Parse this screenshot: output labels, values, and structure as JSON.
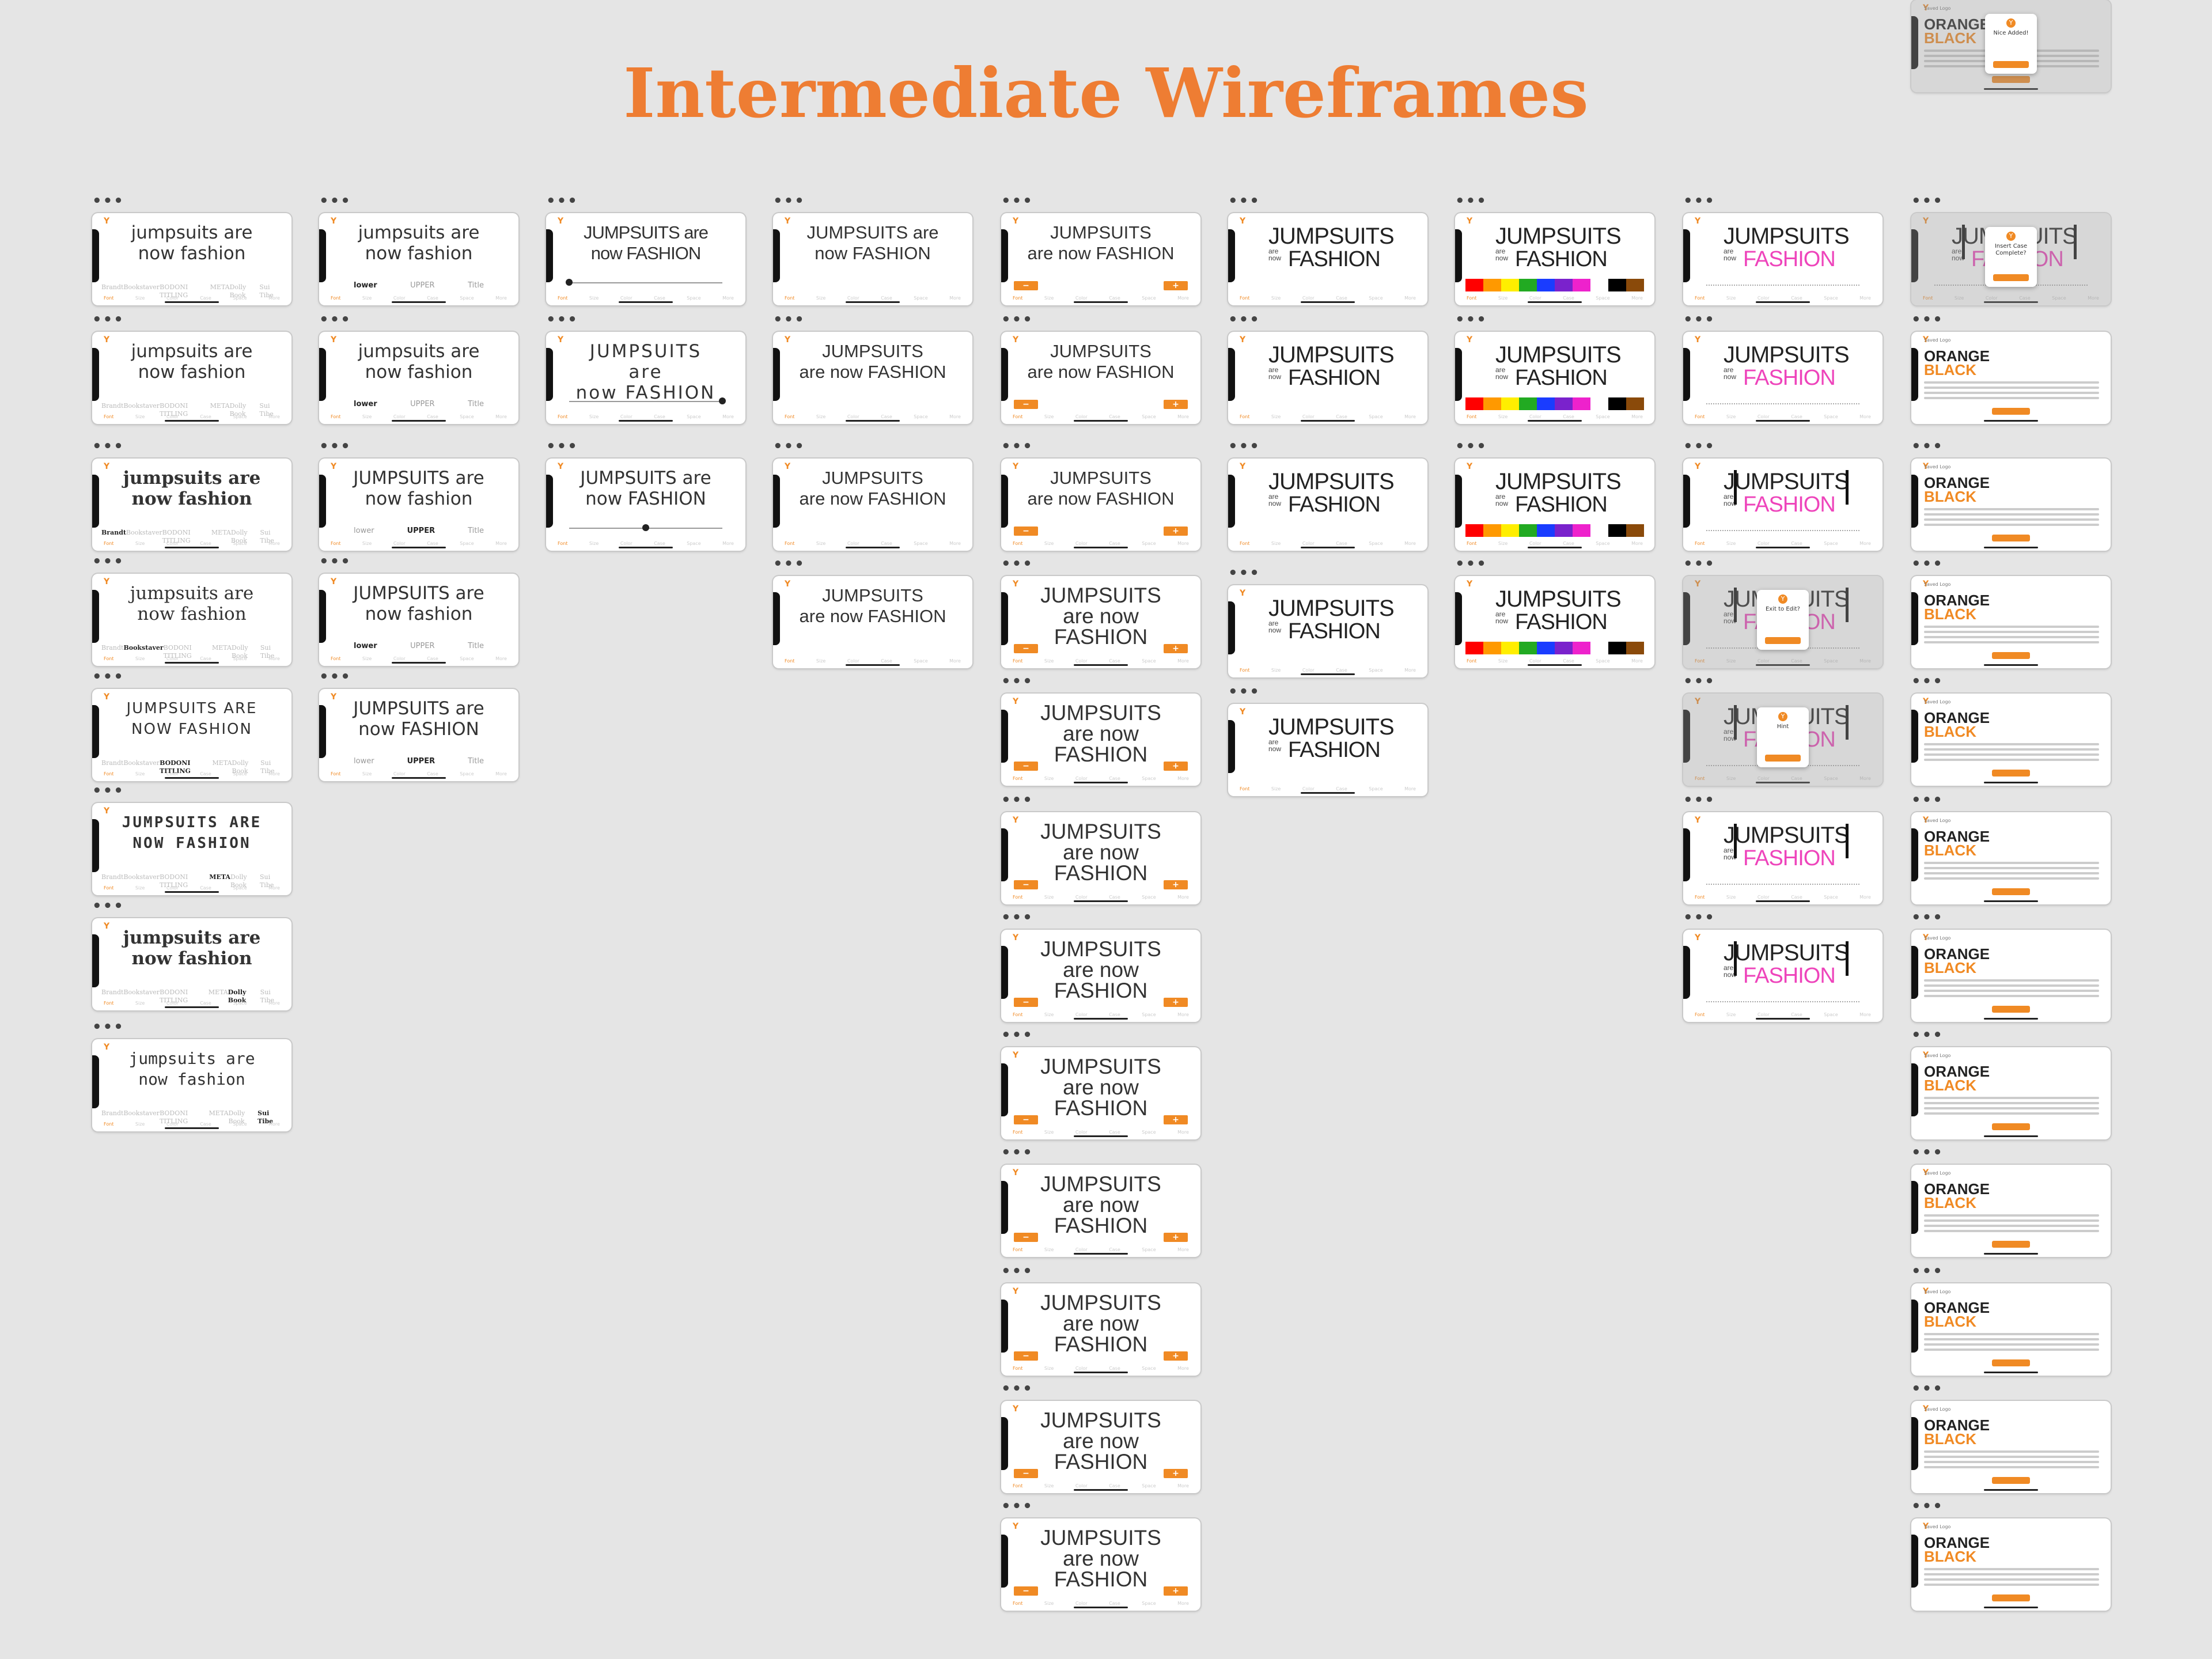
{
  "title": "Intermediate Wireframes",
  "columns": [
    {
      "frames": [
        {
          "style": "font",
          "variant": "plain",
          "headline": "jumpsuits are\nnow fashion",
          "fonts": [
            "Brandt",
            "Bookstaver",
            "BODONI TITLING",
            "META",
            "Dolly Book",
            "Sui Tibe"
          ],
          "active": -1
        },
        {
          "style": "font",
          "variant": "plain",
          "headline": "jumpsuits are\nnow fashion",
          "fonts": [
            "Brandt",
            "Bookstaver",
            "BODONI TITLING",
            "META",
            "Dolly Book",
            "Sui Tibe"
          ],
          "active": -1
        },
        {
          "style": "font",
          "variant": "bold",
          "headline": "jumpsuits are\nnow fashion",
          "fonts": [
            "Brandt",
            "Bookstaver",
            "BODONI TITLING",
            "META",
            "Dolly Book",
            "Sui Tibe"
          ],
          "active": 0
        },
        {
          "style": "font",
          "variant": "serif",
          "headline": "jumpsuits are\nnow fashion",
          "fonts": [
            "Brandt",
            "Bookstaver",
            "BODONI TITLING",
            "META",
            "Dolly Book",
            "Sui Tibe"
          ],
          "active": 1
        },
        {
          "style": "font",
          "variant": "caps",
          "headline": "JUMPSUITS ARE\nNOW FASHION",
          "fonts": [
            "Brandt",
            "Bookstaver",
            "BODONI TITLING",
            "META",
            "Dolly Book",
            "Sui Tibe"
          ],
          "active": 2
        },
        {
          "style": "font",
          "variant": "caps-bold",
          "headline": "JUMPSUITS ARE\nNOW FASHION",
          "fonts": [
            "Brandt",
            "Bookstaver",
            "BODONI TITLING",
            "META",
            "Dolly Book",
            "Sui Tibe"
          ],
          "active": 3
        },
        {
          "style": "font",
          "variant": "slab",
          "headline": "jumpsuits are\nnow fashion",
          "fonts": [
            "Brandt",
            "Bookstaver",
            "BODONI TITLING",
            "META",
            "Dolly Book",
            "Sui Tibe"
          ],
          "active": 4
        },
        {
          "style": "font",
          "variant": "mono",
          "headline": "jumpsuits are\nnow fashion",
          "fonts": [
            "Brandt",
            "Bookstaver",
            "BODONI TITLING",
            "META",
            "Dolly Book",
            "Sui Tibe"
          ],
          "active": 5
        }
      ]
    },
    {
      "frames": [
        {
          "style": "case",
          "variant": "plain",
          "headline": "jumpsuits are\nnow fashion",
          "cases": [
            "lower",
            "UPPER",
            "Title"
          ],
          "active": 0
        },
        {
          "style": "case",
          "variant": "plain",
          "headline": "jumpsuits are\nnow fashion",
          "cases": [
            "lower",
            "UPPER",
            "Title"
          ],
          "active": 0
        },
        {
          "style": "case",
          "variant": "plain",
          "headline": "JUMPSUITS are\nnow fashion",
          "cases": [
            "lower",
            "UPPER",
            "Title"
          ],
          "active": 1
        },
        {
          "style": "case",
          "variant": "plain",
          "headline": "JUMPSUITS are\nnow fashion",
          "cases": [
            "lower",
            "UPPER",
            "Title"
          ],
          "active": 0
        },
        {
          "style": "case",
          "variant": "plain",
          "headline": "JUMPSUITS are\nnow FASHION",
          "cases": [
            "lower",
            "UPPER",
            "Title"
          ],
          "active": 1
        }
      ]
    },
    {
      "frames": [
        {
          "style": "slider",
          "variant": "condensed",
          "headline": "JUMPSUITS are\nnow FASHION",
          "knob": 0.0
        },
        {
          "style": "slider",
          "variant": "wide",
          "headline": "JUMPSUITS are\nnow FASHION",
          "knob": 1.0
        },
        {
          "style": "slider",
          "variant": "plain",
          "headline": "JUMPSUITS are\nnow FASHION",
          "knob": 0.5
        }
      ]
    },
    {
      "frames": [
        {
          "style": "tabs",
          "variant": "tight",
          "headline": "JUMPSUITS are\nnow FASHION"
        },
        {
          "style": "tabs",
          "variant": "stack",
          "headline": "JUMPSUITS\nare now FASHION"
        },
        {
          "style": "tabs",
          "variant": "stack",
          "headline": "JUMPSUITS\nare now FASHION"
        },
        {
          "style": "tabs",
          "variant": "stack",
          "headline": "JUMPSUITS\nare now FASHION"
        }
      ]
    },
    {
      "frames": [
        {
          "style": "stepper",
          "variant": "stack",
          "headline": "JUMPSUITS\nare now FASHION",
          "minus": "−",
          "plus": "+"
        },
        {
          "style": "stepper",
          "variant": "stack",
          "headline": "JUMPSUITS\nare now FASHION",
          "minus": "−",
          "plus": "+"
        },
        {
          "style": "stepper",
          "variant": "stack",
          "headline": "JUMPSUITS\nare now FASHION",
          "minus": "−",
          "plus": "+"
        },
        {
          "style": "stepper",
          "variant": "big",
          "headline": "JUMPSUITS\nare now FASHION",
          "minus": "−",
          "plus": "+"
        },
        {
          "style": "stepper",
          "variant": "big",
          "headline": "JUMPSUITS\nare now FASHION",
          "minus": "−",
          "plus": "+"
        },
        {
          "style": "stepper",
          "variant": "big",
          "headline": "JUMPSUITS\nare now FASHION",
          "minus": "−",
          "plus": "+"
        },
        {
          "style": "stepper",
          "variant": "big",
          "headline": "JUMPSUITS\nare now FASHION",
          "minus": "−",
          "plus": "+"
        },
        {
          "style": "stepper",
          "variant": "big",
          "headline": "JUMPSUITS\nare now FASHION",
          "minus": "−",
          "plus": "+"
        },
        {
          "style": "stepper",
          "variant": "big",
          "headline": "JUMPSUITS\nare now FASHION",
          "minus": "−",
          "plus": "+"
        },
        {
          "style": "stepper",
          "variant": "big",
          "headline": "JUMPSUITS\nare now FASHION",
          "minus": "−",
          "plus": "+"
        },
        {
          "style": "stepper",
          "variant": "big",
          "headline": "JUMPSUITS\nare now FASHION",
          "minus": "−",
          "plus": "+"
        },
        {
          "style": "stepper",
          "variant": "big",
          "headline": "JUMPSUITS\nare now FASHION",
          "minus": "−",
          "plus": "+"
        }
      ]
    },
    {
      "frames": [
        {
          "style": "big",
          "headline1": "JUMPSUITS",
          "headline2": "are\nnow",
          "headline3": "FASHION"
        },
        {
          "style": "big",
          "headline1": "JUMPSUITS",
          "headline2": "are\nnow",
          "headline3": "FASHION"
        },
        {
          "style": "big",
          "headline1": "JUMPSUITS",
          "headline2": "are\nnow",
          "headline3": "FASHION"
        },
        {
          "style": "big",
          "headline1": "JUMPSUITS",
          "headline2": "are\nnow",
          "headline3": "FASHION"
        },
        {
          "style": "big",
          "headline1": "JUMPSUITS",
          "headline2": "are\nnow",
          "headline3": "FASHION"
        }
      ]
    },
    {
      "frames": [
        {
          "style": "color",
          "headline1": "JUMPSUITS",
          "headline2": "are\nnow",
          "headline3": "FASHION"
        },
        {
          "style": "color",
          "headline1": "JUMPSUITS",
          "headline2": "are\nnow",
          "headline3": "FASHION"
        },
        {
          "style": "color",
          "headline1": "JUMPSUITS",
          "headline2": "are\nnow",
          "headline3": "FASHION"
        },
        {
          "style": "color",
          "headline1": "JUMPSUITS",
          "headline2": "are\nnow",
          "headline3": "FASHION"
        }
      ]
    },
    {
      "frames": [
        {
          "style": "pink",
          "headline1": "JUMPSUITS",
          "headline2": "are\nnow",
          "headline3": "FASHION",
          "bars": false,
          "modal": ""
        },
        {
          "style": "pink",
          "headline1": "JUMPSUITS",
          "headline2": "are\nnow",
          "headline3": "FASHION",
          "bars": false,
          "modal": ""
        },
        {
          "style": "pink",
          "headline1": "JUMPSUITS",
          "headline2": "are\nnow",
          "headline3": "FASHION",
          "bars": true,
          "modal": ""
        },
        {
          "style": "pink",
          "headline1": "JUMPSUITS",
          "headline2": "are\nnow",
          "headline3": "FASHION",
          "bars": true,
          "modal": "Exit to Edit?"
        },
        {
          "style": "pink",
          "headline1": "JUMPSUITS",
          "headline2": "are\nnow",
          "headline3": "FASHION",
          "bars": true,
          "modal": "Hint"
        },
        {
          "style": "pink",
          "headline1": "JUMPSUITS",
          "headline2": "are\nnow",
          "headline3": "FASHION",
          "bars": true,
          "modal": ""
        },
        {
          "style": "pink",
          "headline1": "JUMPSUITS",
          "headline2": "are\nnow",
          "headline3": "FASHION",
          "bars": true,
          "modal": ""
        }
      ]
    },
    {
      "frames": [
        {
          "style": "overlay",
          "headline1": "JUMPSUITS",
          "headline2": "are now",
          "headline3": "FASHION",
          "modal": "Insert Case Complete?"
        },
        {
          "style": "card",
          "label": "Saved Logo",
          "title1": "ORANGE",
          "title2": "BLACK"
        },
        {
          "style": "card",
          "label": "Saved Logo",
          "title1": "ORANGE",
          "title2": "BLACK"
        },
        {
          "style": "card",
          "label": "Saved Logo",
          "title1": "ORANGE",
          "title2": "BLACK"
        },
        {
          "style": "card",
          "label": "Saved Logo",
          "title1": "ORANGE",
          "title2": "BLACK"
        },
        {
          "style": "card",
          "label": "Saved Logo",
          "title1": "ORANGE",
          "title2": "BLACK"
        },
        {
          "style": "card",
          "label": "Saved Logo",
          "title1": "ORANGE",
          "title2": "BLACK"
        },
        {
          "style": "card",
          "label": "Saved Logo",
          "title1": "ORANGE",
          "title2": "BLACK"
        },
        {
          "style": "card",
          "label": "Saved Logo",
          "title1": "ORANGE",
          "title2": "BLACK"
        },
        {
          "style": "card",
          "label": "Saved Logo",
          "title1": "ORANGE",
          "title2": "BLACK"
        },
        {
          "style": "card",
          "label": "Saved Logo",
          "title1": "ORANGE",
          "title2": "BLACK"
        },
        {
          "style": "card",
          "label": "Saved Logo",
          "title1": "ORANGE",
          "title2": "BLACK"
        },
        {
          "style": "card",
          "label": "Saved Logo",
          "title1": "ORANGE",
          "title2": "BLACK",
          "modal": "Nice Added!"
        }
      ]
    }
  ],
  "stripe_colors": [
    "#ff0000",
    "#ff9900",
    "#ffee00",
    "#22aa22",
    "#1a3cff",
    "#7a22cc",
    "#ee22cc",
    "#ffffff",
    "#000000",
    "#8a4a0a"
  ],
  "accent": "#f08a24",
  "title_color": "#ee7d33",
  "logo_glyph": "Y",
  "tab_labels": [
    "Font",
    "Size",
    "Color",
    "Case",
    "Space",
    "More"
  ]
}
